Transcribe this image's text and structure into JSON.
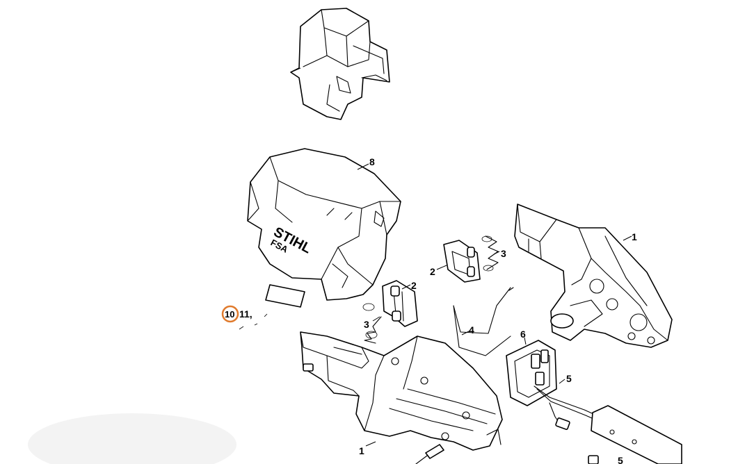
{
  "diagram": {
    "callouts": {
      "c1a": "1",
      "c1b": "1",
      "c2a": "2",
      "c2b": "2",
      "c3a": "3",
      "c3b": "3",
      "c4": "4",
      "c5a": "5",
      "c5b": "5",
      "c6": "6",
      "c8": "8",
      "c11": "11,"
    },
    "highlighted": {
      "label": "10",
      "ring_color": "#e07a2c"
    },
    "logo": {
      "brand": "STIHL",
      "model": "FSA"
    }
  }
}
